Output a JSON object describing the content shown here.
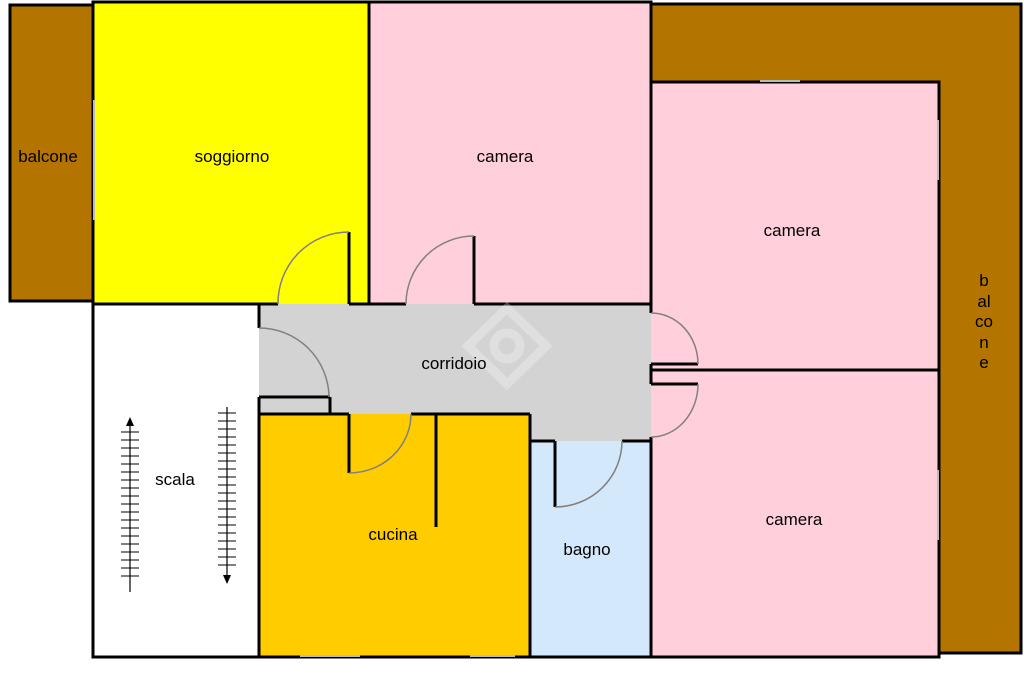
{
  "plan": {
    "rooms": {
      "balcony_west": "balcone",
      "living_room": "soggiorno",
      "bedroom_north": "camera",
      "bedroom_east": "camera",
      "bedroom_southeast": "camera",
      "corridor": "corridoio",
      "kitchen": "cucina",
      "bathroom": "bagno",
      "stairs": "scala",
      "balcony_east": "balcone"
    },
    "colors": {
      "balcony": "#b37400",
      "living_room": "#ffff00",
      "bedroom": "#ffd0dc",
      "corridor": "#d3d3d3",
      "kitchen": "#ffcc00",
      "bathroom": "#d4e8fb",
      "stairs": "#ffffff",
      "walls": "#000000"
    }
  }
}
